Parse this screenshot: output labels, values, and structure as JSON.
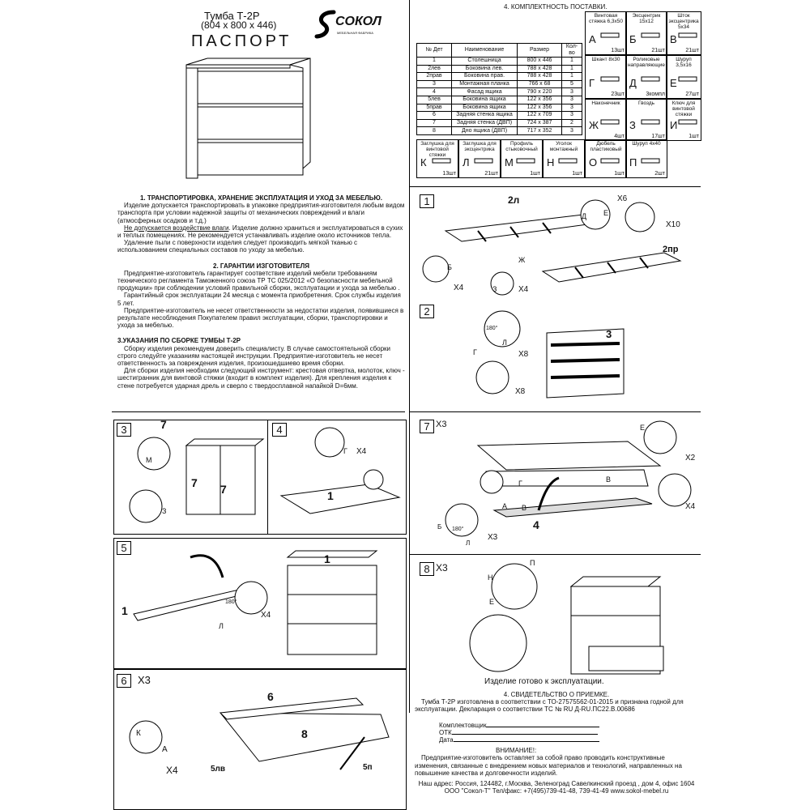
{
  "header": {
    "product": "Тумба Т-2Р",
    "dimensions": "(804 x 800 x 446)",
    "doc_title": "ПАСПОРТ",
    "brand": "СОКОЛ",
    "brand_tagline": "МЕБЕЛЬНАЯ ФАБРИКА"
  },
  "section1": {
    "title": "1. ТРАНСПОРТИРОВКА, ХРАНЕНИЕ ЭКСПЛУАТАЦИЯ И УХОД ЗА МЕБЕЛЬЮ.",
    "p1": "Изделие допускается транспортировать в упаковке предприятия-изготовителя любым видом транспорта при условии надежной защиты от механических повреждений и влаги (атмосферных осадков и т.д.)",
    "p2_u": "Не допускается воздействие влаги",
    "p2": ". Изделие должно храниться и эксплуатироваться в сухих и теплых помещениях. Не рекомендуется устанавливать изделие около источников тепла.",
    "p3": "Удаление пыли с поверхности изделия следует производить мягкой тканью с использованием специальных составов по уходу за мебелью."
  },
  "section2": {
    "title": "2. ГАРАНТИИ ИЗГОТОВИТЕЛЯ",
    "p1": "Предприятие-изготовитель гарантирует соответствие изделий мебели требованиям технического регламента Таможенного союза ТР ТС 025/2012 «О безопасности мебельной продукции» при соблюдении условий правильной сборки, эксплуатации и ухода за мебелью .",
    "p2": "Гарантийный срок эксплуатации 24 месяца с момента приобретения. Срок службы изделия 5 лет.",
    "p3": "Предприятие-изготовитель не несет ответственности за недостатки изделия, появившиеся в результате несоблюдения Покупателем правил эксплуатации, сборки, транспортировки и ухода за мебелью."
  },
  "section3": {
    "title": "3.УКАЗАНИЯ ПО СБОРКЕ ТУМБЫ Т-2Р",
    "p1": "Сборку изделия рекомендуем доверить специалисту. В случае самостоятельной сборки строго следуйте указаниям настоящей инструкции. Предприятие-изготовитель не несет ответственность за повреждения изделия, произошедшиево время сборки.",
    "p2": "Для сборки изделия необходим следующий инструмент: крестовая отвертка, молоток, ключ - шестигранник для винтовой стяжки (входит в комплект изделия). Для крепления изделия к стене потребуется ударная дрель и сверло с твердосплавной напайкой D=6мм."
  },
  "section4": {
    "title": "4. КОМПЛЕКТНОСТЬ ПОСТАВКИ.",
    "columns": [
      "№ Дет",
      "Наименование",
      "Размер",
      "Кол-во"
    ],
    "rows": [
      [
        "1",
        "Столешница",
        "800 х 446",
        "1"
      ],
      [
        "2лев",
        "Боковина лев.",
        "788 х 428",
        "1"
      ],
      [
        "2прав",
        "Боковина прав.",
        "788 х 428",
        "1"
      ],
      [
        "3",
        "Монтажная планка",
        "766 х 68",
        "5"
      ],
      [
        "4",
        "Фасад ящика",
        "790 х 220",
        "3"
      ],
      [
        "5лев",
        "Боковина ящика",
        "122 х 356",
        "3"
      ],
      [
        "5прав",
        "Боковина ящика",
        "122 х 356",
        "3"
      ],
      [
        "6",
        "Задняя стенка ящика",
        "122 х 709",
        "3"
      ],
      [
        "7",
        "Задняя стенка (ДВП)",
        "724 х 387",
        "2"
      ],
      [
        "8",
        "Дно ящика (ДВП)",
        "717 х 352",
        "3"
      ]
    ]
  },
  "hardware": [
    {
      "name": "Винтовая стяжка 6,3х50",
      "letter": "А",
      "qty": "13шт"
    },
    {
      "name": "Эксцентрик 15х12",
      "letter": "Б",
      "qty": "21шт"
    },
    {
      "name": "Шток эксцентрика 5х34",
      "letter": "В",
      "qty": "21шт"
    },
    {
      "name": "Шкант 8х30",
      "letter": "Г",
      "qty": "23шт"
    },
    {
      "name": "Роликовые направляющие",
      "letter": "Д",
      "qty": "3компл"
    },
    {
      "name": "Шуруп 3,5х16",
      "letter": "Е",
      "qty": "27шт"
    },
    {
      "name": "Наконечник",
      "letter": "Ж",
      "qty": "4шт"
    },
    {
      "name": "Гвоздь",
      "letter": "З",
      "qty": "17шт"
    },
    {
      "name": "Ключ для винтовой стяжки",
      "letter": "И",
      "qty": "1шт"
    },
    {
      "name": "Заглушка для винтовой стяжки",
      "letter": "К",
      "qty": "13шт"
    },
    {
      "name": "Заглушка для эксцентрика",
      "letter": "Л",
      "qty": "21шт"
    },
    {
      "name": "Профиль стыковочный",
      "letter": "М",
      "qty": "1шт"
    },
    {
      "name": "Уголок монтажный",
      "letter": "Н",
      "qty": "1шт"
    },
    {
      "name": "Дюбель пластиковый",
      "letter": "О",
      "qty": "1шт"
    },
    {
      "name": "Шуруп 4х40",
      "letter": "П",
      "qty": "2шт"
    }
  ],
  "steps": {
    "s1": {
      "num": "1",
      "labels": [
        "2л",
        "Х6",
        "Х10",
        "2пр",
        "Б",
        "Х4",
        "З",
        "Ж",
        "Х4",
        "Д",
        "Е"
      ]
    },
    "s2": {
      "num": "2",
      "labels": [
        "3",
        "180°",
        "Л",
        "Г",
        "Х8",
        "Х8"
      ]
    },
    "s3": {
      "num": "3",
      "labels": [
        "7",
        "М",
        "7",
        "7",
        "З"
      ]
    },
    "s4": {
      "num": "4",
      "labels": [
        "Г",
        "Х4",
        "1"
      ]
    },
    "s5": {
      "num": "5",
      "labels": [
        "1",
        "1",
        "180°",
        "Х4",
        "Л"
      ]
    },
    "s6": {
      "num": "6",
      "mult": "Х3",
      "labels": [
        "6",
        "8",
        "К",
        "А",
        "Х4",
        "5лв",
        "5п"
      ]
    },
    "s7": {
      "num": "7",
      "mult": "Х3",
      "labels": [
        "Е",
        "Х2",
        "Г",
        "В",
        "Х4",
        "4",
        "Б",
        "180°",
        "Х3",
        "Л",
        "А",
        "В"
      ]
    },
    "s8": {
      "num": "8",
      "mult": "Х3",
      "labels": [
        "П",
        "Н",
        "Е"
      ],
      "caption": "Изделие готово к эксплуатации."
    }
  },
  "certificate": {
    "title": "4. СВИДЕТЕЛЬСТВО О ПРИЕМКЕ.",
    "text": "Тумба Т-2Р изготовлена в соответствии с ТО-27575562-01-2015 и признана годной для эксплуатации. Декларация о соответствии ТС № RU Д-RU.ПС22.В.00686",
    "fields": [
      "Комплектовщик",
      "ОТК",
      "Дата"
    ],
    "attention_title": "ВНИМАНИЕ!:",
    "attention_text": "Предприятие-изготовитель оставляет за собой право проводить конструктивные изменения, связанные с внедрением новых материалов и технологий, направленных на повышение качества и долговечности изделий.",
    "address": "Наш адрес: Россия, 124482, г.Москва, Зеленоград Савелкинский проезд , дом 4, офис 1604",
    "company": "ООО \"Сокол-Т\"  Тел/факс: +7(495)739-41-48, 739-41-49   www.sokol-mebel.ru"
  }
}
